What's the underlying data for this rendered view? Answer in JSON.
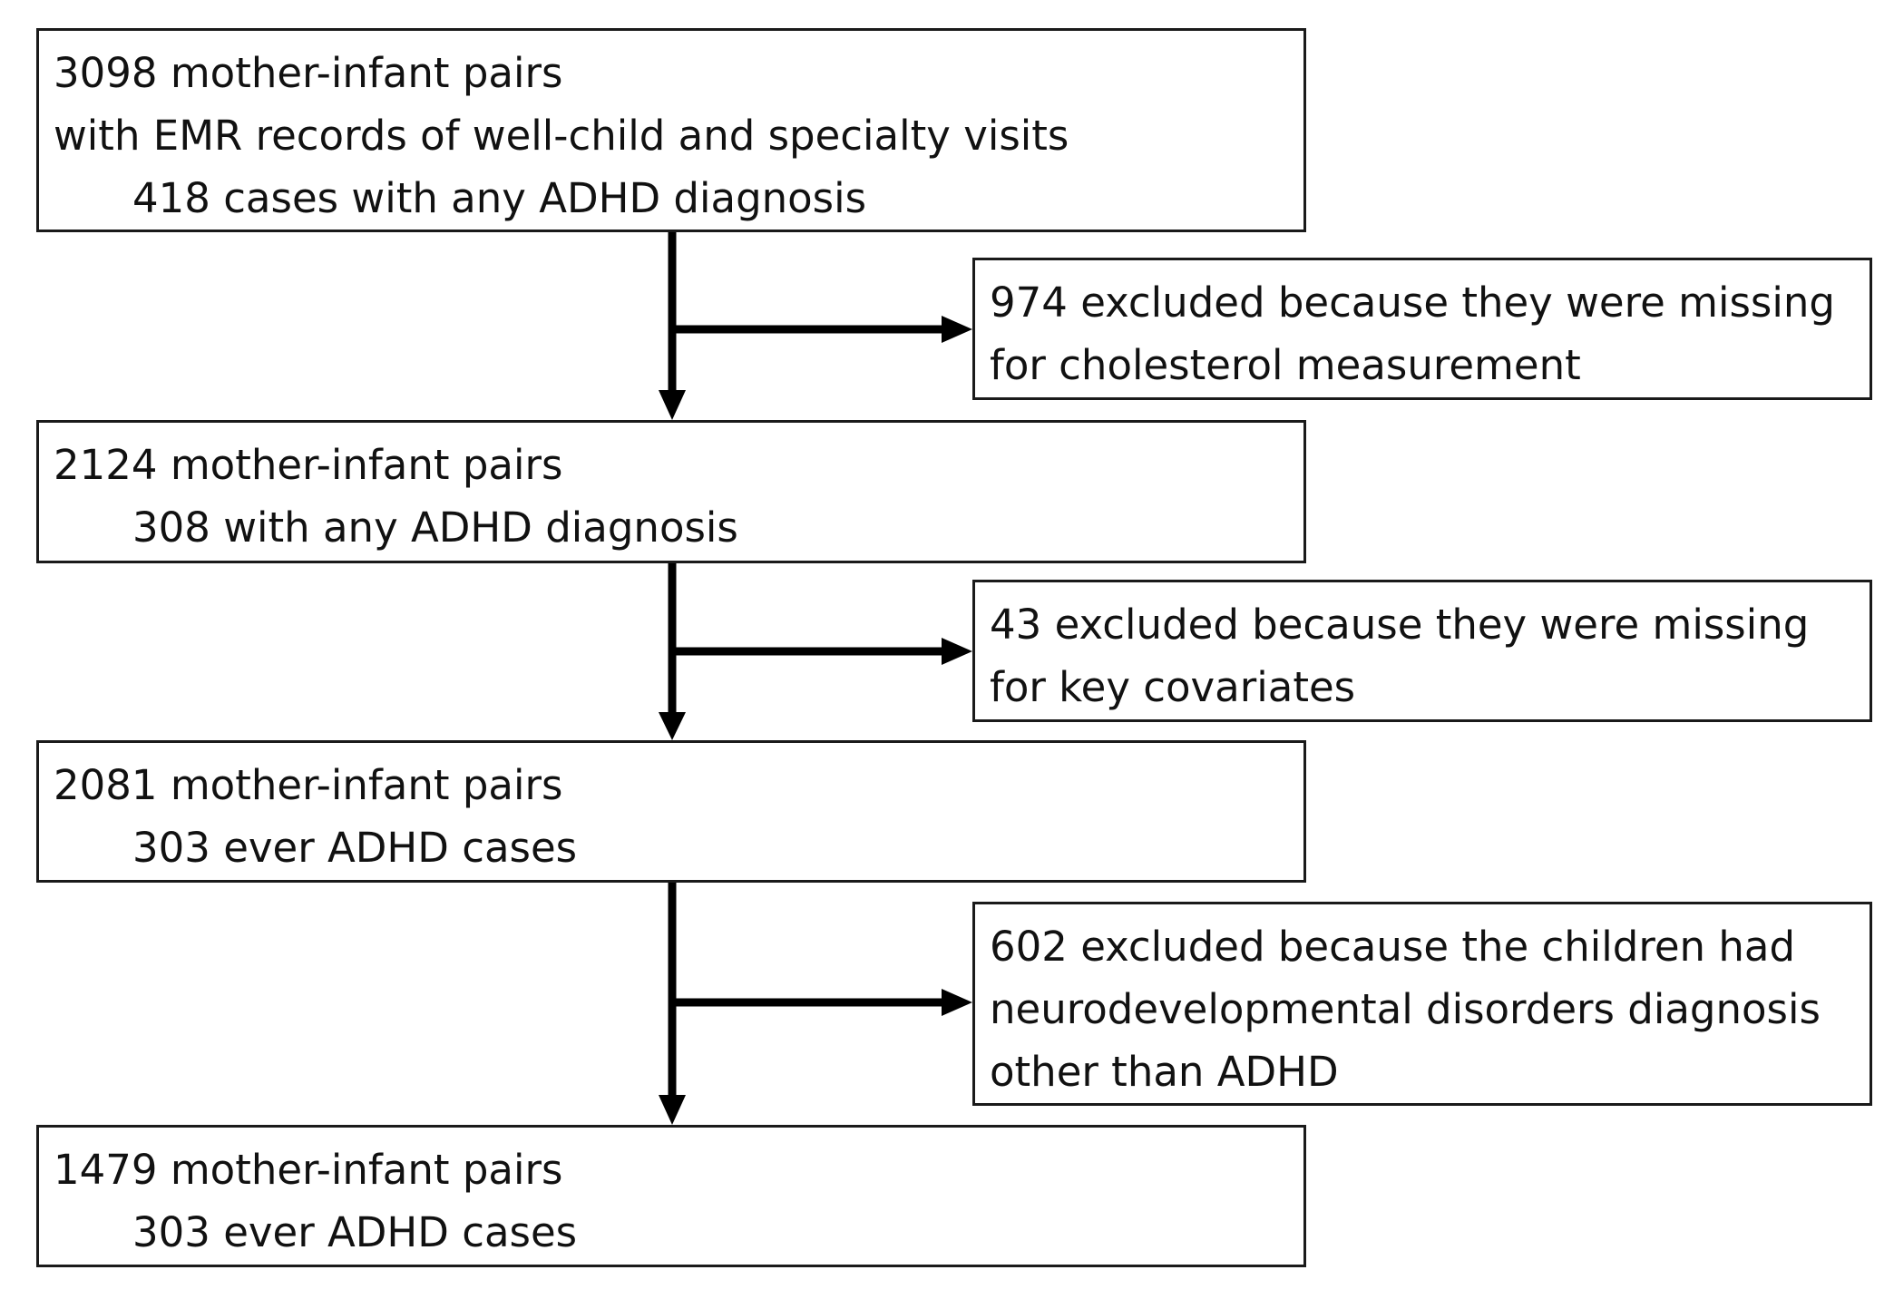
{
  "flowchart": {
    "steps": [
      {
        "title": "3098 mother-infant pairs",
        "subtitle": "with EMR records of well-child and specialty visits",
        "detail": "418 cases with any ADHD diagnosis"
      },
      {
        "title": "2124 mother-infant pairs",
        "detail": "308 with any ADHD diagnosis"
      },
      {
        "title": "2081 mother-infant pairs",
        "detail": "303 ever ADHD cases"
      },
      {
        "title": "1479 mother-infant pairs",
        "detail": "303 ever ADHD cases"
      }
    ],
    "exclusions": [
      {
        "lines": [
          "974 excluded because they were missing",
          "for cholesterol measurement"
        ]
      },
      {
        "lines": [
          "43 excluded because they were missing",
          "for key covariates"
        ]
      },
      {
        "lines": [
          "602 excluded because the children had",
          "neurodevelopmental disorders diagnosis",
          "other than ADHD"
        ]
      }
    ]
  },
  "colors": {
    "line": "#000000",
    "border": "#1a1a1a",
    "text": "#111111",
    "background": "#ffffff"
  }
}
